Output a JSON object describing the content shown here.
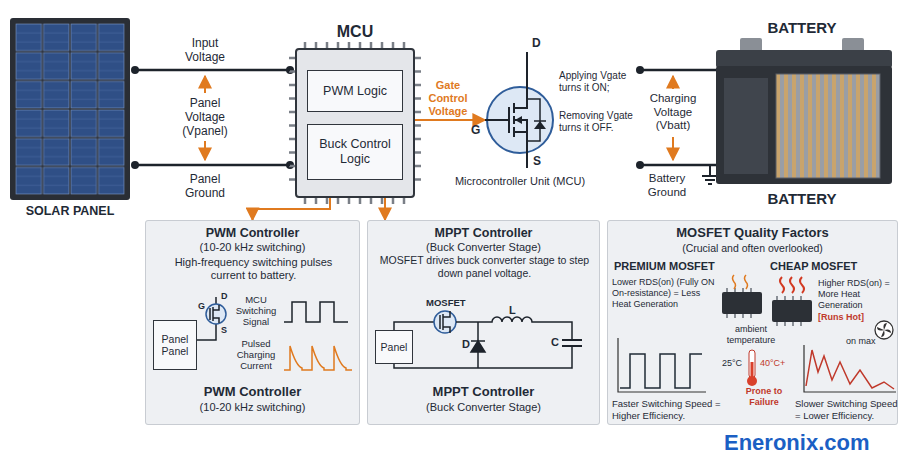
{
  "diagram": {
    "nodes": [
      {
        "text": [
          "SOLAR PANEL"
        ]
      },
      {
        "text": [
          "MCU"
        ]
      },
      {
        "text": [
          "PWM Logic"
        ],
        "in": 1
      },
      {
        "text": [
          "Buck Control Logic"
        ],
        "in": 1
      },
      {
        "text": [
          "Microcontroller Unit (MCU)"
        ]
      },
      {
        "text": [
          "BATTERY",
          "BATTERY"
        ]
      },
      {
        "text": [
          "PWM Controller",
          "(10-20 kHz switching)",
          "High-frequency switching pulses current to battery.",
          "PWM Controller",
          "(10-20 kHz switching)"
        ]
      },
      {
        "text": [
          "Panel Panel"
        ],
        "in": 6
      },
      {
        "text": [
          "MPPT Controller",
          "(Buck Converter Stage)",
          "MOSFET drives buck converter stage to step down panel voltage.",
          "MPPT Controller",
          "(Buck Converter Stage)"
        ]
      },
      {
        "text": [
          "Panel"
        ],
        "in": 8
      },
      {
        "text": [
          "MOSFET Quality Factors",
          "(Crucial and often overlooked)"
        ]
      }
    ],
    "edges": [
      {
        "from": 0,
        "to": 1,
        "arrow": "none",
        "label": "Input Voltage"
      },
      {
        "from": 0,
        "to": 1,
        "arrow": "none",
        "label": "Panel Ground"
      },
      {
        "from": 1,
        "to": 4,
        "arrow": "to",
        "label": "Gate Control Voltage"
      },
      {
        "from": 1,
        "to": 6,
        "arrow": "to"
      },
      {
        "from": 1,
        "to": 8,
        "arrow": "to"
      }
    ],
    "labels": [
      "Panel Voltage (Vpanel)",
      "D",
      "G",
      "S",
      "Applying Vgate turns it ON;",
      "Removing Vgate turns it OFF.",
      "Charging Voltage (Vbatt)",
      "Battery Ground",
      "D",
      "G",
      "S",
      "MCU Switching Signal",
      "Pulsed Charging Current",
      "MOSFET",
      "L",
      "D",
      "C",
      "PREMIUM MOSFET",
      "CHEAP MOSFET",
      "Lower RDS(on) (Fully ON On-resistance) = Less Heat Generation",
      "Higher RDS(on) = More Heat Generation",
      "[Runs Hot]",
      "on max",
      "ambient temperature",
      "25°C",
      "40°C+",
      "Prone to Failure",
      "Faster Switching Speed = Higher Efficiency.",
      "Slower Switching Speed = Lower Efficiency.",
      "Eneronix.com"
    ]
  }
}
